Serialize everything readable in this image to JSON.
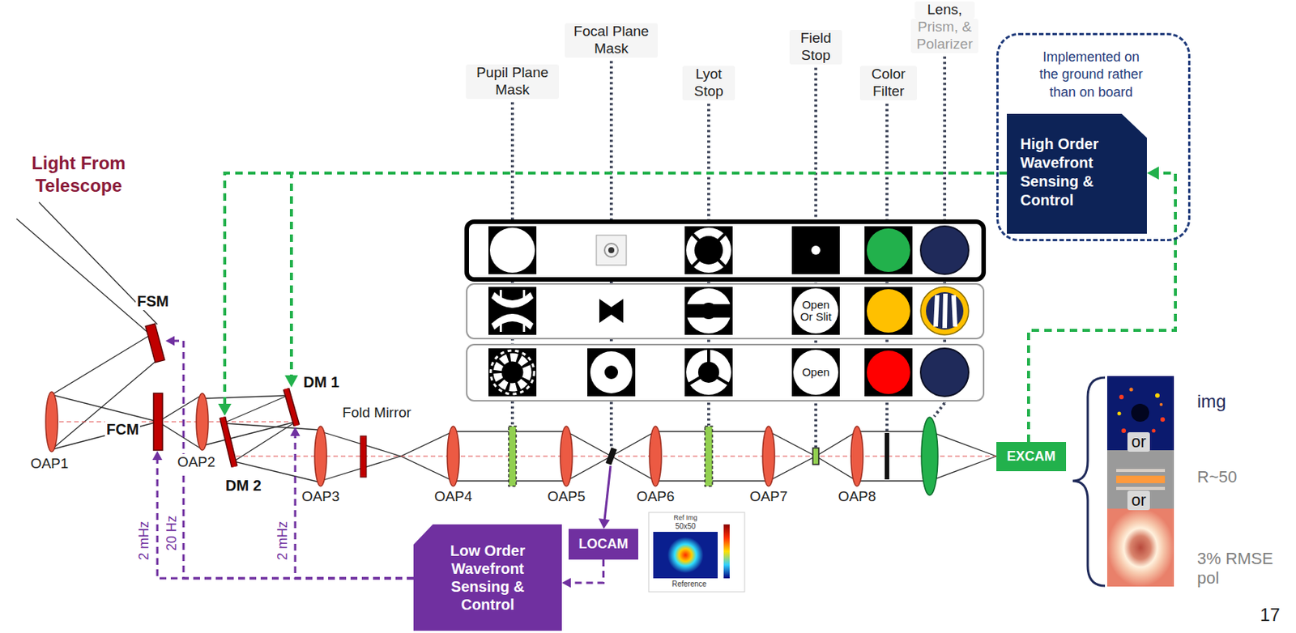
{
  "diagram": {
    "nodes": [
      {
        "text": [
          "FSM"
        ]
      },
      {
        "text": [
          "FCM"
        ]
      },
      {
        "text": [
          "DM 1"
        ]
      },
      {
        "text": [
          "DM 2"
        ]
      },
      {
        "text": [
          "Open Or Slit"
        ]
      },
      {
        "text": [
          "Open"
        ]
      },
      {
        "text": [
          "Implemented on the ground rather than on board"
        ]
      },
      {
        "text": [
          "High Order Wavefront Sensing & Control"
        ],
        "in": 6
      },
      {
        "text": [
          "EXCAM"
        ]
      },
      {
        "text": [
          "LOCAM"
        ]
      },
      {
        "text": [
          "Low Order Wavefront Sensing & Control"
        ]
      }
    ],
    "edges": [
      {
        "from": 10,
        "to": 0,
        "arrow": "to",
        "label": "20 Hz"
      },
      {
        "from": 10,
        "to": 1,
        "arrow": "to",
        "label": "2 mHz"
      },
      {
        "from": 10,
        "to": 2,
        "arrow": "to",
        "label": "2 mHz"
      },
      {
        "from": 9,
        "to": 10,
        "arrow": "to"
      },
      {
        "from": 8,
        "to": 7,
        "arrow": "to"
      },
      {
        "from": 7,
        "to": 2,
        "arrow": "to"
      },
      {
        "from": 7,
        "to": 3,
        "arrow": "to"
      }
    ],
    "labels": [
      "Light From Telescope",
      "Pupil Plane Mask",
      "Focal Plane Mask",
      "Lyot Stop",
      "Field Stop",
      "Color Filter",
      "Lens,",
      "Prism, & Polarizer",
      "OAP1",
      "OAP2",
      "OAP3",
      "Fold Mirror",
      "OAP4",
      "OAP5",
      "OAP6",
      "OAP7",
      "OAP8",
      "Ref Img",
      "50x50",
      "Reference",
      "img",
      "or",
      "R~50",
      "or",
      "3% RMSE pol",
      "17"
    ]
  }
}
